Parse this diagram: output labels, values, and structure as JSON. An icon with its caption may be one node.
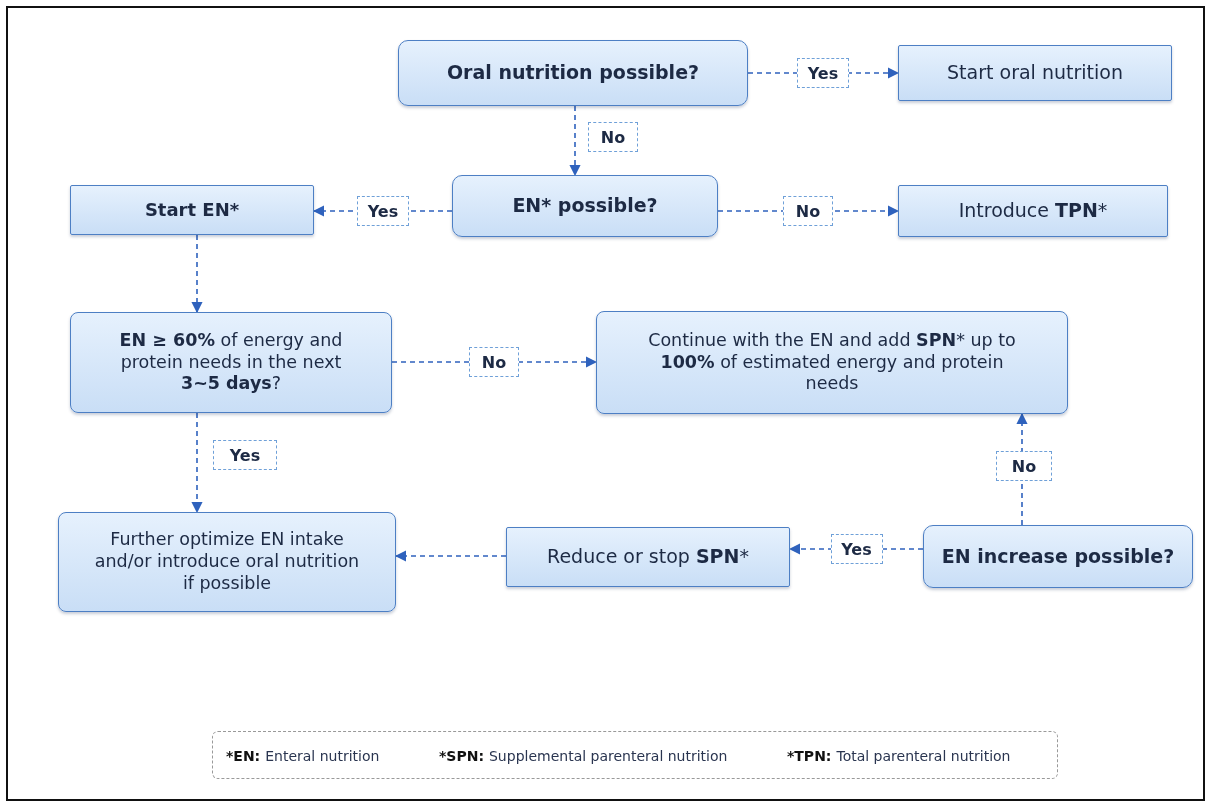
{
  "diagram": {
    "nodes": [
      {
        "text": [
          "Oral nutrition possible?"
        ]
      },
      {
        "text": [
          "Start oral nutrition"
        ]
      },
      {
        "text": [
          "EN* possible?"
        ]
      },
      {
        "text": [
          "Start EN*"
        ]
      },
      {
        "text": [
          "Introduce **TPN***"
        ]
      },
      {
        "text": [
          "**EN ≥ 60%** of energy and protein needs in the next **3~5 days**?"
        ]
      },
      {
        "text": [
          "Continue with the EN and add **SPN*** up to **100%** of estimated energy and protein needs"
        ]
      },
      {
        "text": [
          "Further optimize EN intake and/or introduce oral nutrition if possible"
        ]
      },
      {
        "text": [
          "Reduce or stop **SPN***"
        ]
      },
      {
        "text": [
          "EN increase possible?"
        ]
      }
    ],
    "edges": [
      {
        "from": 0,
        "to": 1,
        "arrow": "to",
        "label": "Yes",
        "style": "dashed"
      },
      {
        "from": 0,
        "to": 2,
        "arrow": "to",
        "label": "No",
        "style": "dashed"
      },
      {
        "from": 2,
        "to": 3,
        "arrow": "to",
        "label": "Yes",
        "style": "dashed"
      },
      {
        "from": 2,
        "to": 4,
        "arrow": "to",
        "label": "No",
        "style": "dashed"
      },
      {
        "from": 3,
        "to": 5,
        "arrow": "to",
        "style": "dashed"
      },
      {
        "from": 5,
        "to": 6,
        "arrow": "to",
        "label": "No",
        "style": "dashed"
      },
      {
        "from": 5,
        "to": 7,
        "arrow": "to",
        "label": "Yes",
        "style": "dashed"
      },
      {
        "from": 9,
        "to": 6,
        "arrow": "to",
        "label": "No",
        "style": "dashed"
      },
      {
        "from": 9,
        "to": 8,
        "arrow": "to",
        "label": "Yes",
        "style": "dashed"
      },
      {
        "from": 8,
        "to": 7,
        "arrow": "to",
        "style": "dashed"
      }
    ],
    "labels": [
      "*EN:",
      "Enteral nutrition",
      "*SPN:",
      "Supplemental parenteral nutrition",
      "*TPN:",
      "Total parenteral nutrition"
    ]
  }
}
